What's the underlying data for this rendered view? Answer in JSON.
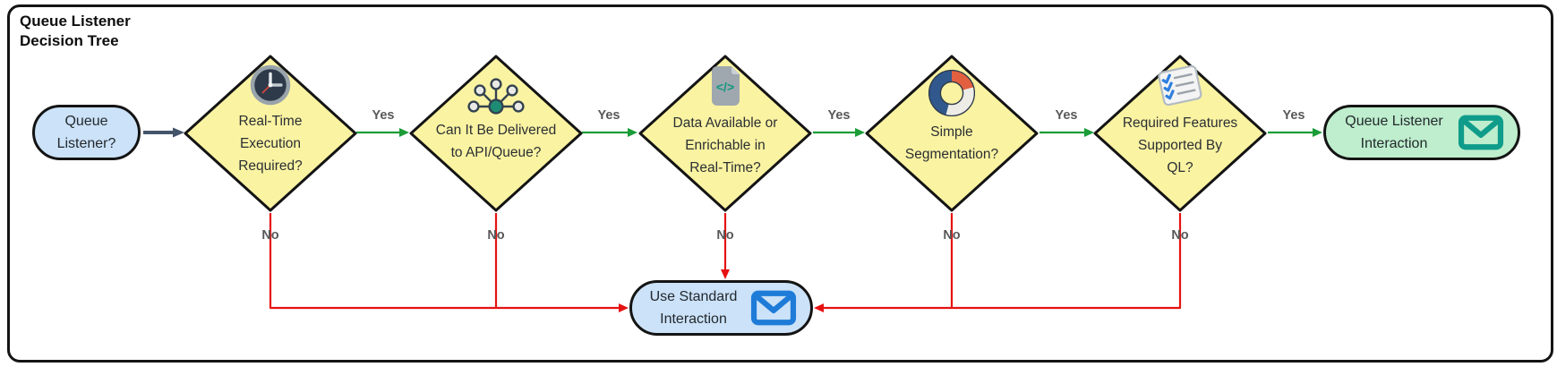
{
  "title": {
    "line1": "Queue Listener",
    "line2": "Decision Tree"
  },
  "nodes": {
    "start": {
      "lines": [
        "Queue",
        "Listener?"
      ]
    },
    "decisions": [
      {
        "id": "real-time-execution",
        "icon": "clock-icon",
        "lines": [
          "Real-Time",
          "Execution",
          "Required?"
        ]
      },
      {
        "id": "delivered-api-queue",
        "icon": "network-hub-icon",
        "lines": [
          "Can It Be Delivered",
          "to API/Queue?"
        ]
      },
      {
        "id": "data-available",
        "icon": "code-file-icon",
        "lines": [
          "Data Available or",
          "Enrichable in",
          "Real-Time?"
        ]
      },
      {
        "id": "simple-segmentation",
        "icon": "donut-chart-icon",
        "lines": [
          "Simple",
          "Segmentation?"
        ]
      },
      {
        "id": "features-supported",
        "icon": "checklist-icon",
        "lines": [
          "Required Features",
          "Supported By",
          "QL?"
        ]
      }
    ],
    "success": {
      "lines": [
        "Queue Listener",
        "Interaction"
      ],
      "icon": "envelope-icon"
    },
    "fallback": {
      "lines": [
        "Use Standard",
        "Interaction"
      ],
      "icon": "envelope-icon"
    }
  },
  "edges": {
    "yes": [
      "Yes",
      "Yes",
      "Yes",
      "Yes",
      "Yes"
    ],
    "no": [
      "No",
      "No",
      "No",
      "No",
      "No"
    ]
  },
  "colors": {
    "decision_fill": "#faf3a2",
    "start_fill": "#cbe2f8",
    "fallback_fill": "#cbe2f8",
    "success_fill": "#beeecd",
    "yes_edge": "#1a9c38",
    "no_edge": "#e61212",
    "start_edge": "#44546a",
    "node_border": "#141414",
    "envelope_success": "#0f9c8b",
    "envelope_fallback": "#1e7cd8"
  }
}
